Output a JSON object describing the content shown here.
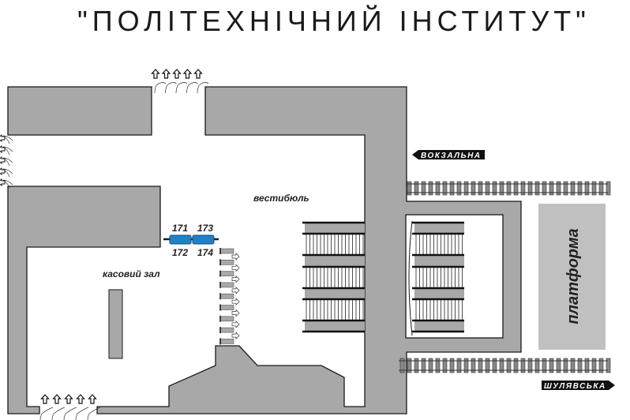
{
  "title": "\"ПОЛІТЕХНІЧНИЙ ІНСТИТУТ\"",
  "labels": {
    "vestibule": "вестибюль",
    "ticket_hall": "касовий зал",
    "platform": "платформа"
  },
  "directions": {
    "left": "ВОКЗАЛЬНА",
    "right": "ШУЛЯВСЬКА"
  },
  "turnstiles": {
    "top": [
      "171",
      "173"
    ],
    "bottom": [
      "172",
      "174"
    ]
  },
  "colors": {
    "wall": "#a8a8a8",
    "platform": "#c0c0c0",
    "turnstile": "#1e82c8",
    "outline": "#1a1a1a"
  }
}
